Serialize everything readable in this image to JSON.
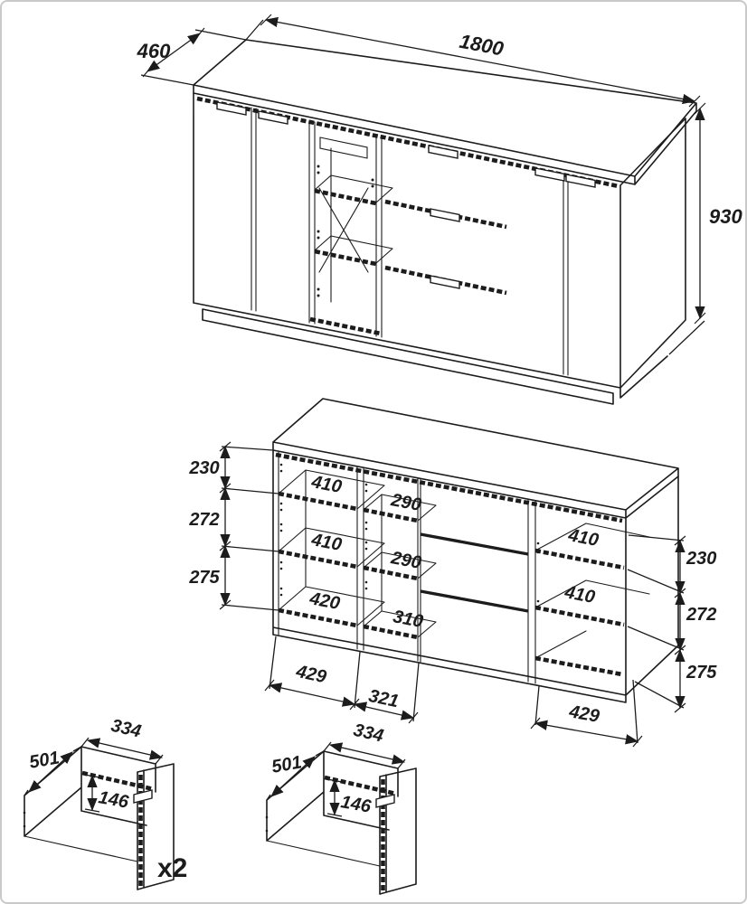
{
  "title": "Sideboard technical dimension drawing",
  "colors": {
    "line": "#1c1c1c",
    "background": "#ffffff",
    "frame_border": "#c9c9c9"
  },
  "assembled_view": {
    "width": "1800",
    "depth": "460",
    "height": "930"
  },
  "interior_view": {
    "left_heights": [
      "230",
      "272",
      "275"
    ],
    "left_shelf_widths": [
      "410",
      "410",
      "420"
    ],
    "middle_shelf_widths": [
      "290",
      "290",
      "310"
    ],
    "right_shelf_widths": [
      "410",
      "410"
    ],
    "right_heights": [
      "230",
      "272",
      "275"
    ],
    "bottom_widths": [
      "429",
      "321"
    ],
    "bottom_right_width": "429"
  },
  "drawer_left": {
    "depth": "501",
    "width": "334",
    "height": "146",
    "quantity": "x2"
  },
  "drawer_right": {
    "depth": "501",
    "width": "334",
    "height": "146"
  }
}
